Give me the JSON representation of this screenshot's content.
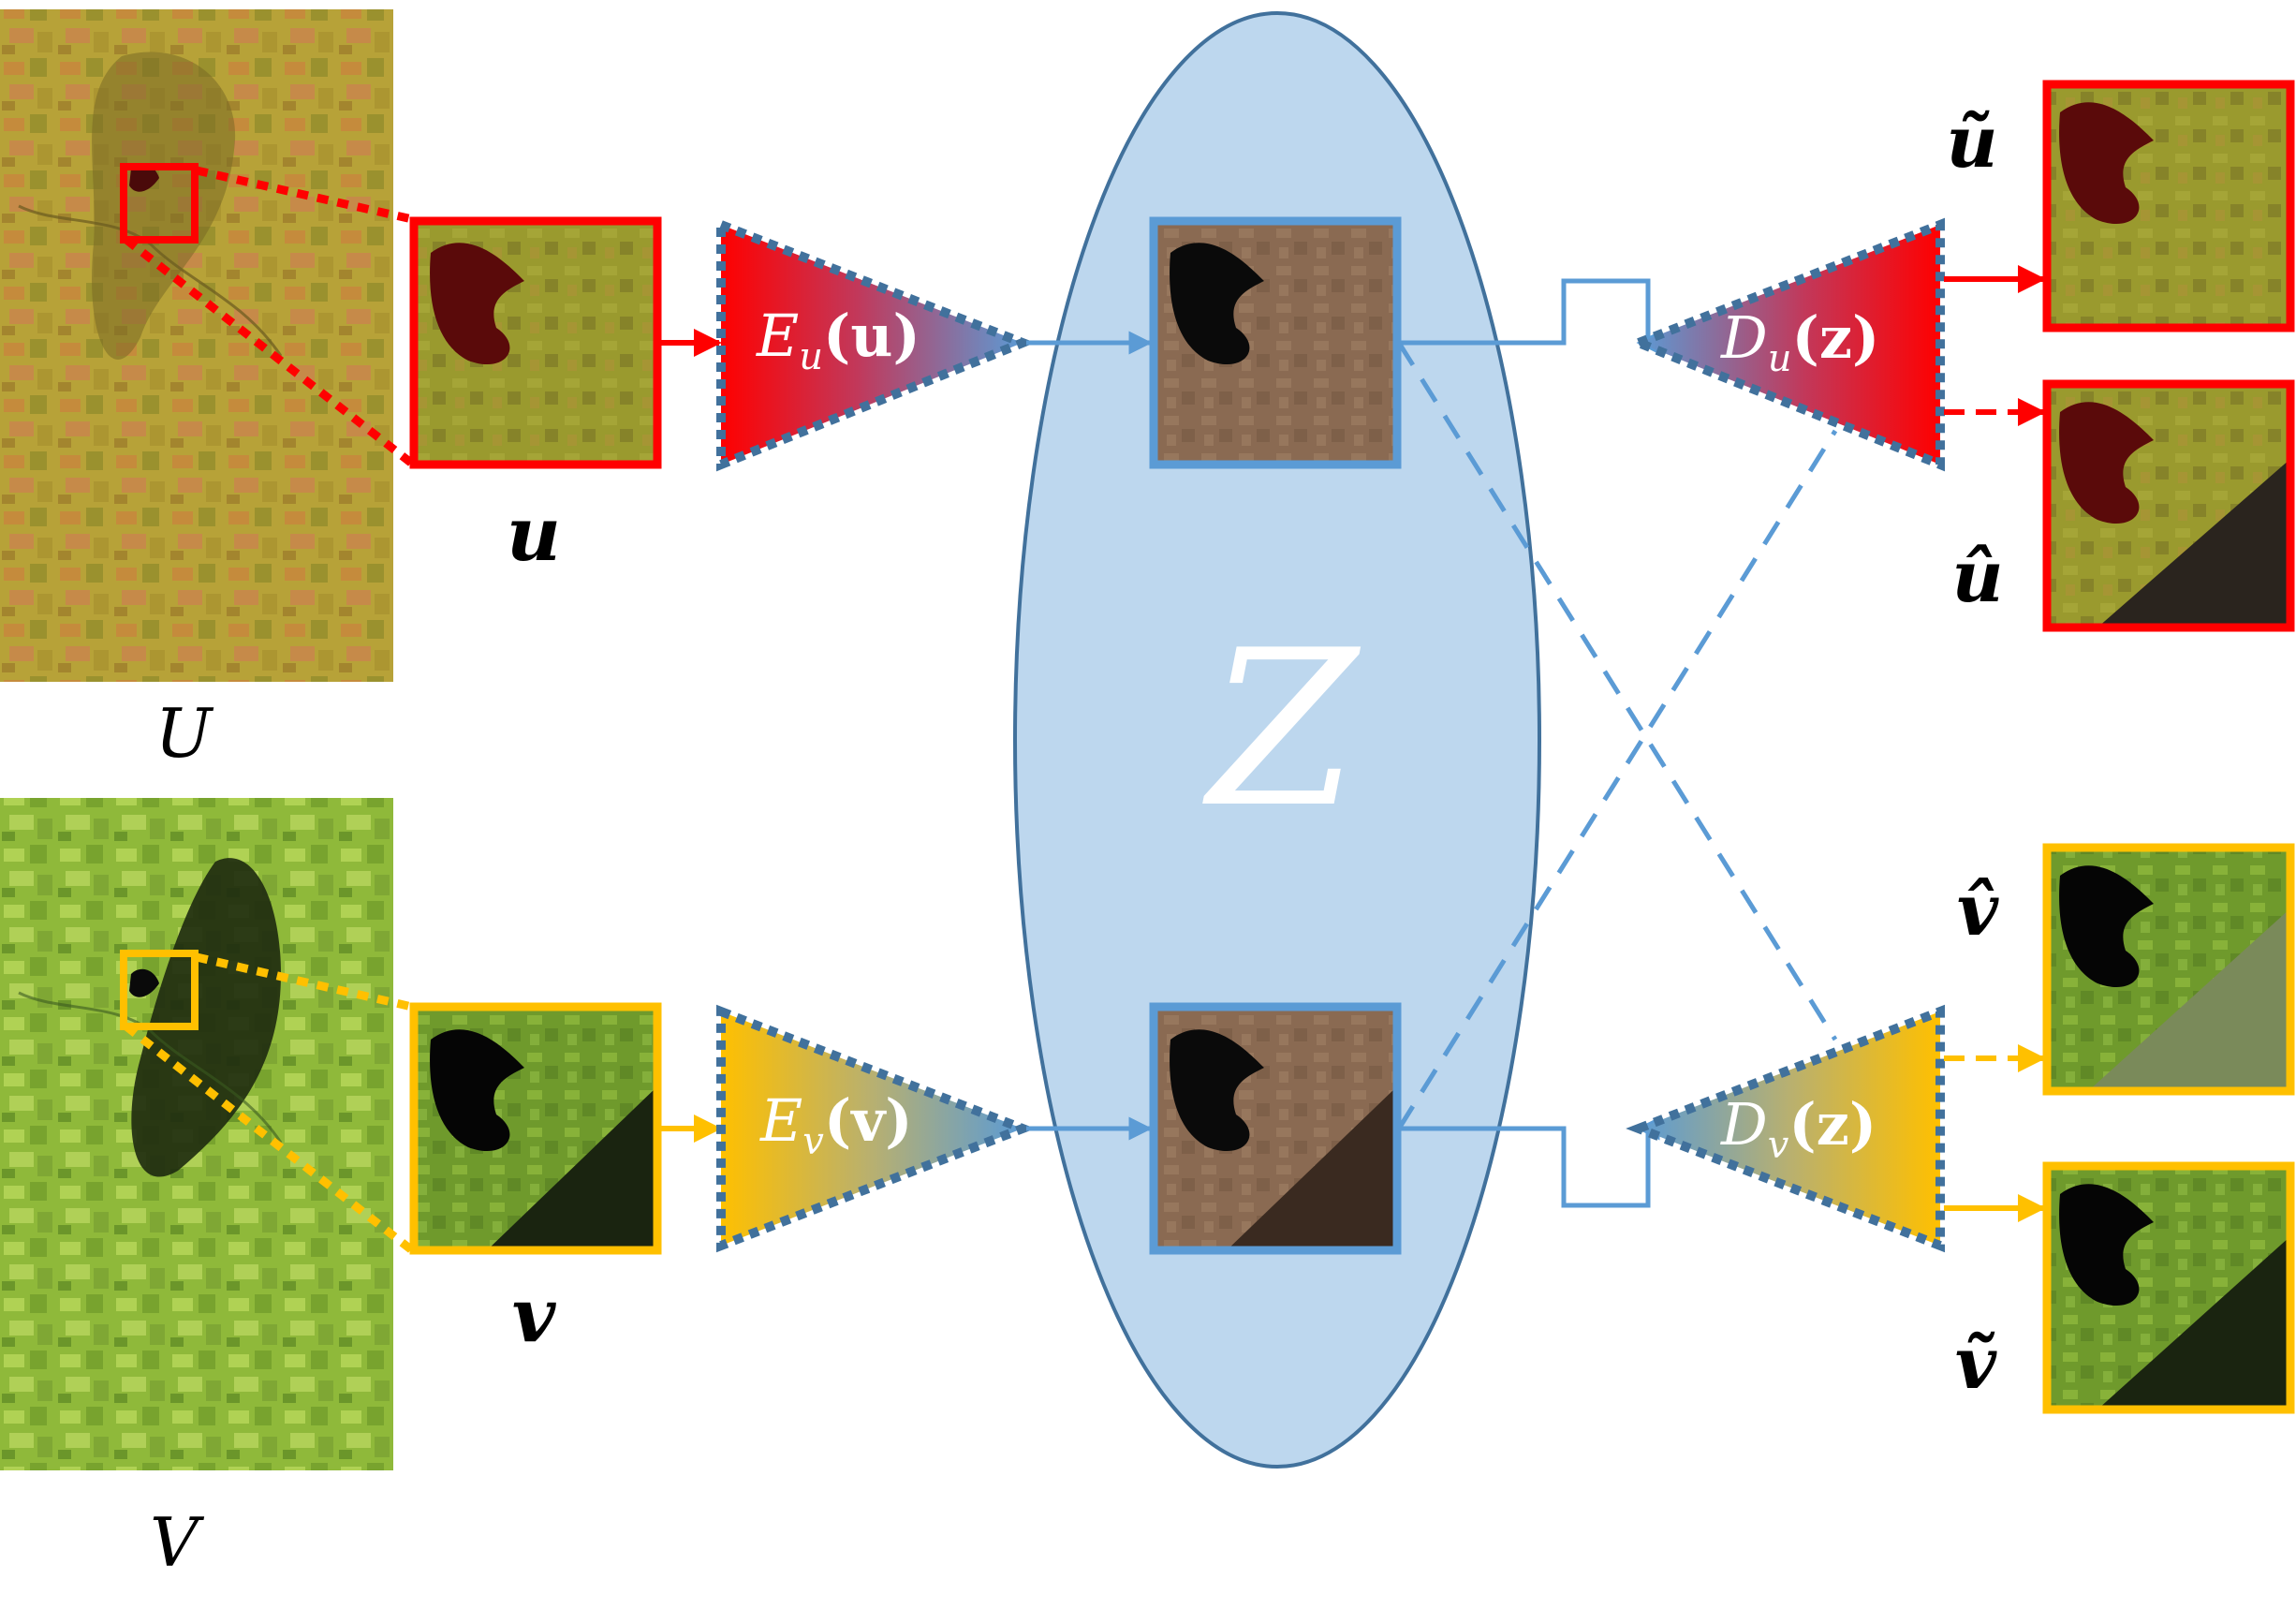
{
  "labels": {
    "U": "U",
    "V": "V",
    "u": "u",
    "v": "v",
    "Z": "Z",
    "u_tilde": "ũ",
    "u_hat": "û",
    "v_hat": "v̂",
    "v_tilde": "ṽ"
  },
  "encoders": {
    "u": {
      "name": "E",
      "sub": "u",
      "arg": "(u)"
    },
    "v": {
      "name": "E",
      "sub": "v",
      "arg": "(v)"
    }
  },
  "decoders": {
    "u": {
      "name": "D",
      "sub": "u",
      "arg": "(z)"
    },
    "v": {
      "name": "D",
      "sub": "v",
      "arg": "(z)"
    }
  },
  "colors": {
    "red": "#ff0000",
    "yellow": "#ffc000",
    "blue": "#5b9bd5",
    "blue_dark": "#41719c",
    "latent_fill": "#bdd7ee"
  }
}
